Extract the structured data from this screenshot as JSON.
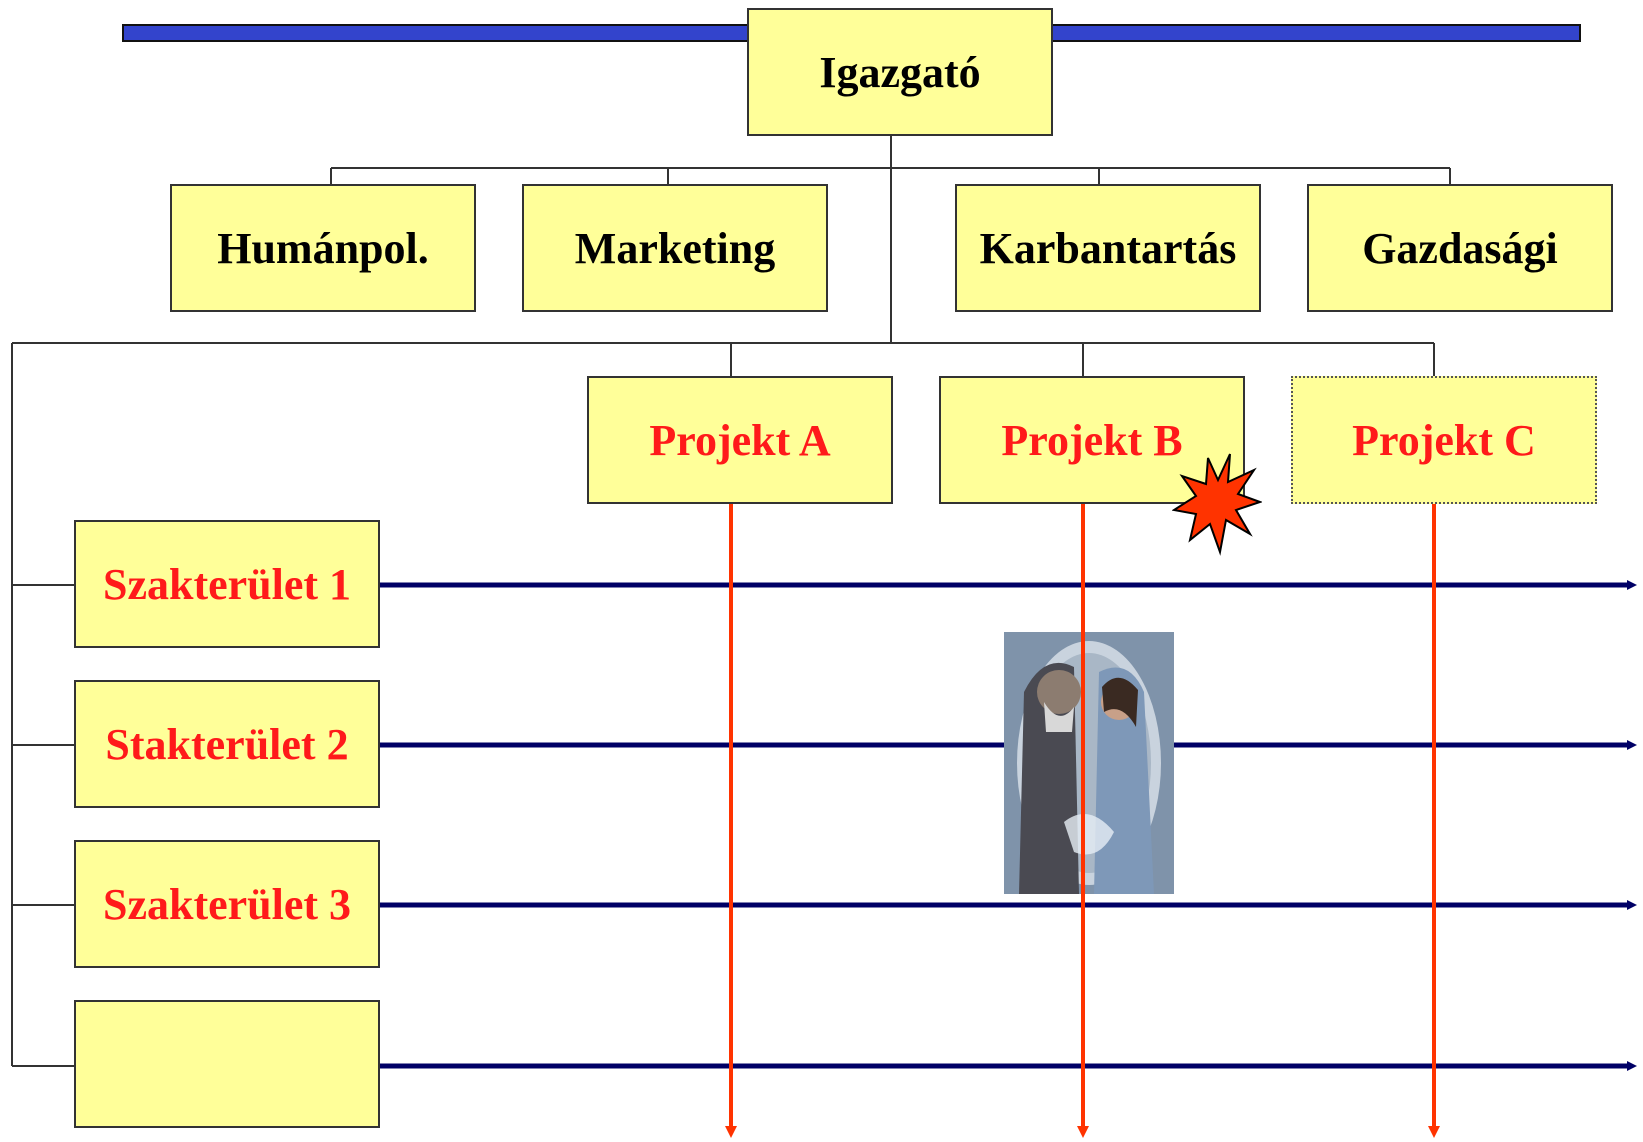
{
  "director": {
    "label": "Igazgató"
  },
  "departments": [
    {
      "label": "Humánpol."
    },
    {
      "label": "Marketing"
    },
    {
      "label": "Karbantartás"
    },
    {
      "label": "Gazdasági"
    }
  ],
  "projects": [
    {
      "label": "Projekt A"
    },
    {
      "label": "Projekt B"
    },
    {
      "label": "Projekt C"
    }
  ],
  "specialties": [
    {
      "label": "Szakterület 1"
    },
    {
      "label": "Stakterület 2"
    },
    {
      "label": "Szakterület 3"
    },
    {
      "label": ""
    }
  ],
  "colors": {
    "box_fill": "#ffff99",
    "project_text": "#ff1a1a",
    "project_arrow": "#ff3300",
    "specialty_arrow": "#000066",
    "header_bar": "#3344cc",
    "burst": "#ff3300"
  },
  "icons": {
    "burst": "explosion-burst-icon",
    "photo": "couple-portrait-photo"
  }
}
